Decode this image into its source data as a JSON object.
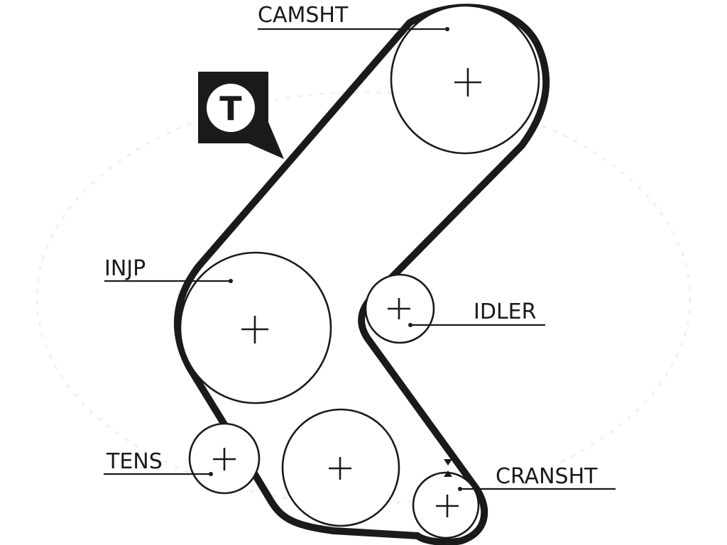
{
  "labels": {
    "camshaft": "CAMSHT",
    "injection_pump": "INJP",
    "idler": "IDLER",
    "tensioner": "TENS",
    "crankshaft": "CRANSHT"
  },
  "badge": {
    "letter": "T",
    "icon": "tensioner-badge-icon"
  },
  "colors": {
    "line": "#1a1a1a",
    "background": "#ffffff"
  }
}
